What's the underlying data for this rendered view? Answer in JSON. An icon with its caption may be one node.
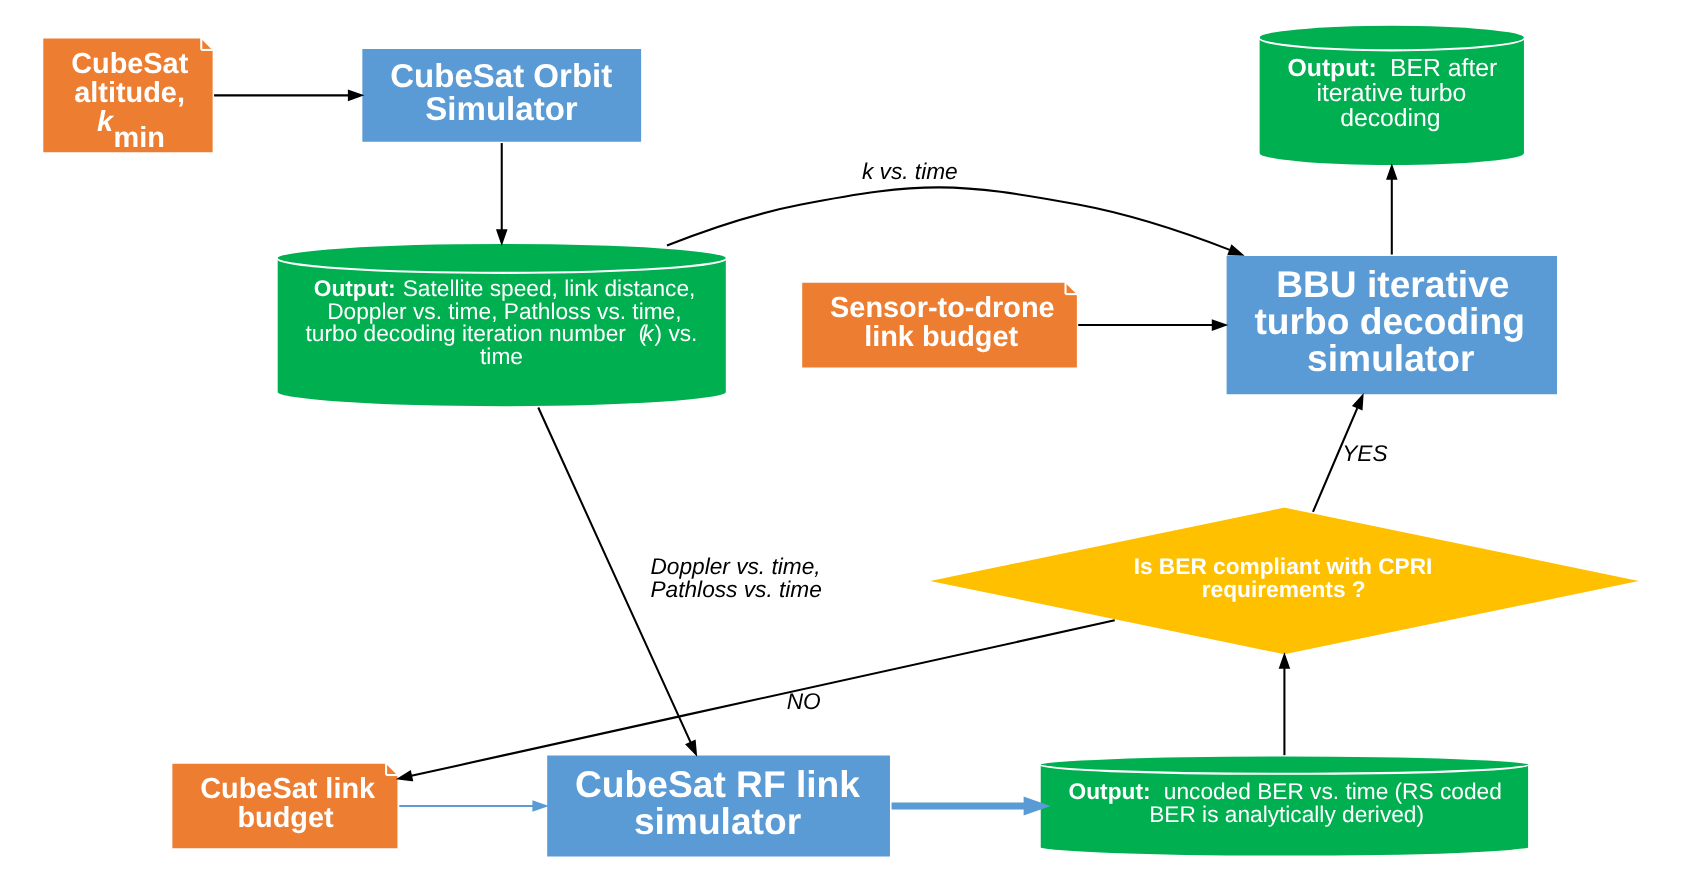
{
  "diagram": {
    "nodes": [
      {
        "text": [
          "CubeSat altitude, *k*$_{min}$"
        ]
      },
      {
        "text": [
          "CubeSat Orbit Simulator"
        ]
      },
      {
        "text": [
          "**Output:** Satellite speed, link distance, Doppler vs. time, Pathloss vs. time, turbo decoding iteration number  (*k*) vs. time"
        ]
      },
      {
        "text": [
          "**Output:**  BER after iterative turbo decoding"
        ]
      },
      {
        "text": [
          "BBU iterative turbo decoding simulator"
        ]
      },
      {
        "text": [
          "Sensor-to-drone link budget"
        ]
      },
      {
        "text": [
          "Is BER compliant with CPRI requirements ?"
        ]
      },
      {
        "text": [
          "CubeSat link budget"
        ]
      },
      {
        "text": [
          "CubeSat RF link simulator"
        ]
      },
      {
        "text": [
          "**Output:**  uncoded BER vs. time (RS coded BER is analytically derived)"
        ]
      }
    ],
    "edges": [
      {
        "from": 0,
        "to": 1,
        "arrow": "to"
      },
      {
        "from": 1,
        "to": 2,
        "arrow": "to"
      },
      {
        "from": 2,
        "to": 4,
        "arrow": "to",
        "label": "k vs. time"
      },
      {
        "from": 4,
        "to": 3,
        "arrow": "to"
      },
      {
        "from": 5,
        "to": 4,
        "arrow": "to"
      },
      {
        "from": 6,
        "to": 4,
        "arrow": "to",
        "label": "YES"
      },
      {
        "from": 6,
        "to": 7,
        "arrow": "to",
        "label": "NO"
      },
      {
        "from": 2,
        "to": 8,
        "arrow": "to",
        "label": "Doppler vs. time, Pathloss vs. time"
      },
      {
        "from": 7,
        "to": 8,
        "arrow": "to",
        "color": "#5b9bd5"
      },
      {
        "from": 8,
        "to": 9,
        "arrow": "to",
        "color": "#5b9bd5",
        "style": "thick"
      },
      {
        "from": 9,
        "to": 6,
        "arrow": "to"
      }
    ]
  }
}
